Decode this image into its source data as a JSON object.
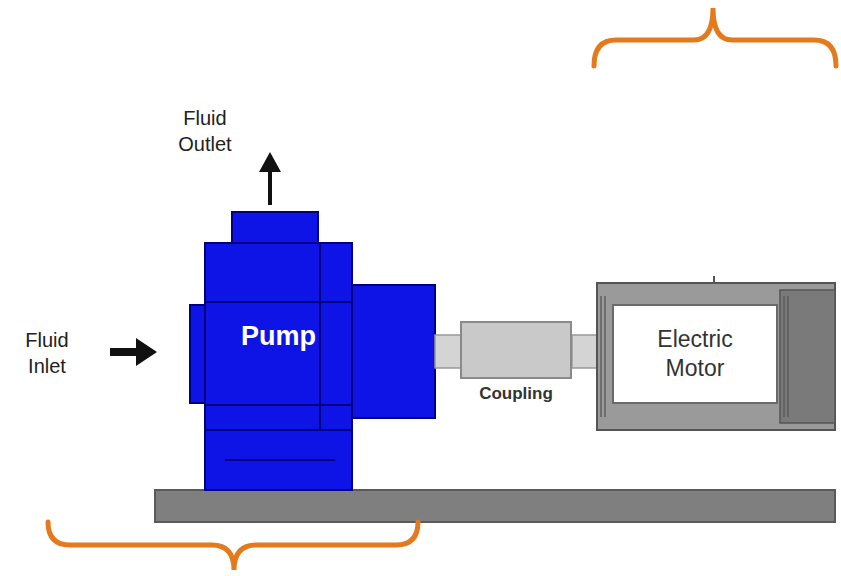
{
  "diagram": {
    "nodes": [
      {
        "text": [
          "Pump"
        ]
      },
      {
        "text": [
          "Coupling"
        ]
      },
      {
        "text": [
          "Electric Motor"
        ]
      }
    ],
    "labels": [
      "Fluid Outlet",
      "Fluid Inlet"
    ]
  }
}
